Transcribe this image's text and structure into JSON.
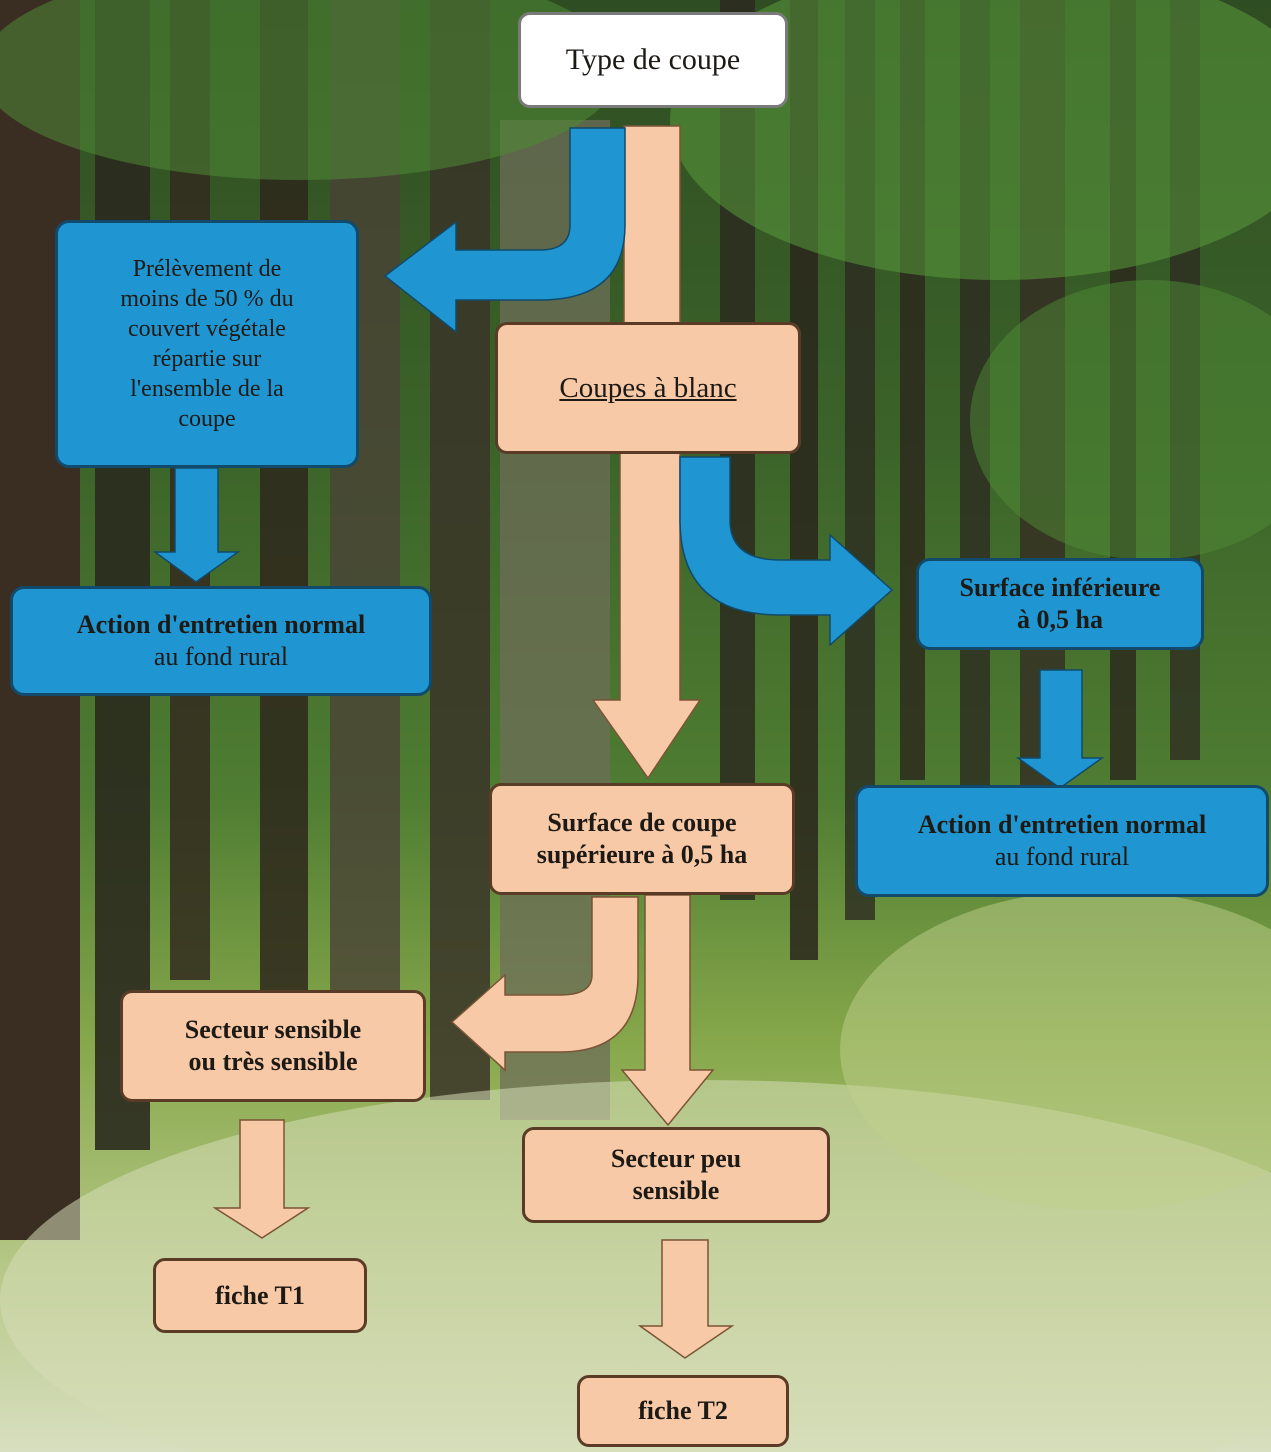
{
  "diagram": {
    "nodes": {
      "type_coupe": "Type de coupe",
      "prelevement": [
        "Prélèvement de",
        "moins de 50 % du",
        "couvert végétale",
        "répartie sur",
        "l'ensemble de la",
        "coupe"
      ],
      "coupes_blanc": "Coupes à blanc",
      "action_left": {
        "line1": "Action d'entretien normal",
        "line2": "au fond rural"
      },
      "surface_inf": {
        "line1": "Surface inférieure",
        "line2": "à 0,5 ha"
      },
      "action_right": {
        "line1": "Action d'entretien normal",
        "line2": "au fond rural"
      },
      "surface_sup": {
        "line1": "Surface de coupe",
        "line2": "supérieure à 0,5 ha"
      },
      "secteur_sensible": {
        "line1": "Secteur sensible",
        "line2": "ou très sensible"
      },
      "secteur_peu": {
        "line1": "Secteur peu",
        "line2": "sensible"
      },
      "fiche_t1": "fiche T1",
      "fiche_t2": "fiche T2"
    },
    "colors": {
      "peach_fill": "#f8c9a6",
      "blue_fill": "#1f96d1",
      "white_fill": "#ffffff"
    }
  }
}
